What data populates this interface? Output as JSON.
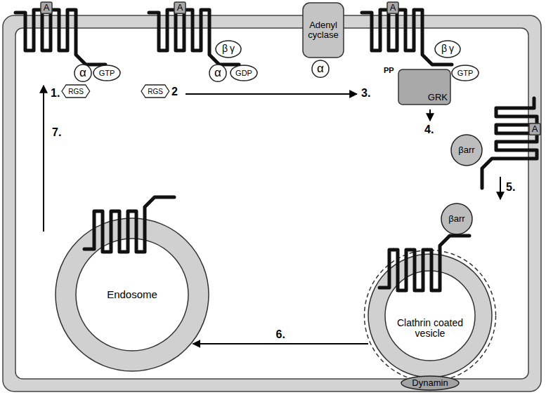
{
  "diagram": {
    "nodes": [
      {
        "text": [
          "A"
        ]
      },
      {
        "text": [
          "A"
        ]
      },
      {
        "text": [
          "Adenyl cyclase"
        ]
      },
      {
        "text": [
          "A"
        ]
      },
      {
        "text": [
          "β",
          "γ"
        ]
      },
      {
        "text": [
          "β",
          "γ"
        ]
      },
      {
        "text": [
          "α"
        ]
      },
      {
        "text": [
          "GTP"
        ]
      },
      {
        "text": [
          "α"
        ]
      },
      {
        "text": [
          "GDP"
        ]
      },
      {
        "text": [
          "α"
        ]
      },
      {
        "text": [
          "GRK"
        ]
      },
      {
        "text": [
          "GTP"
        ]
      },
      {
        "text": [
          "RGS"
        ]
      },
      {
        "text": [
          "RGS"
        ]
      },
      {
        "text": [
          "A"
        ]
      },
      {
        "text": [
          "βarr"
        ]
      },
      {
        "text": [
          "βarr"
        ]
      },
      {
        "text": [
          "Endosome"
        ]
      },
      {
        "text": [
          "Clathrin coated vesicle"
        ]
      },
      {
        "text": [
          "Dynamin"
        ]
      }
    ],
    "edges": [
      {
        "from": 19,
        "to": 18,
        "label": "6.",
        "arrow": "to"
      }
    ],
    "labels": [
      "1.",
      "2",
      "3.",
      "4.",
      "5.",
      "7.",
      "PP"
    ]
  }
}
